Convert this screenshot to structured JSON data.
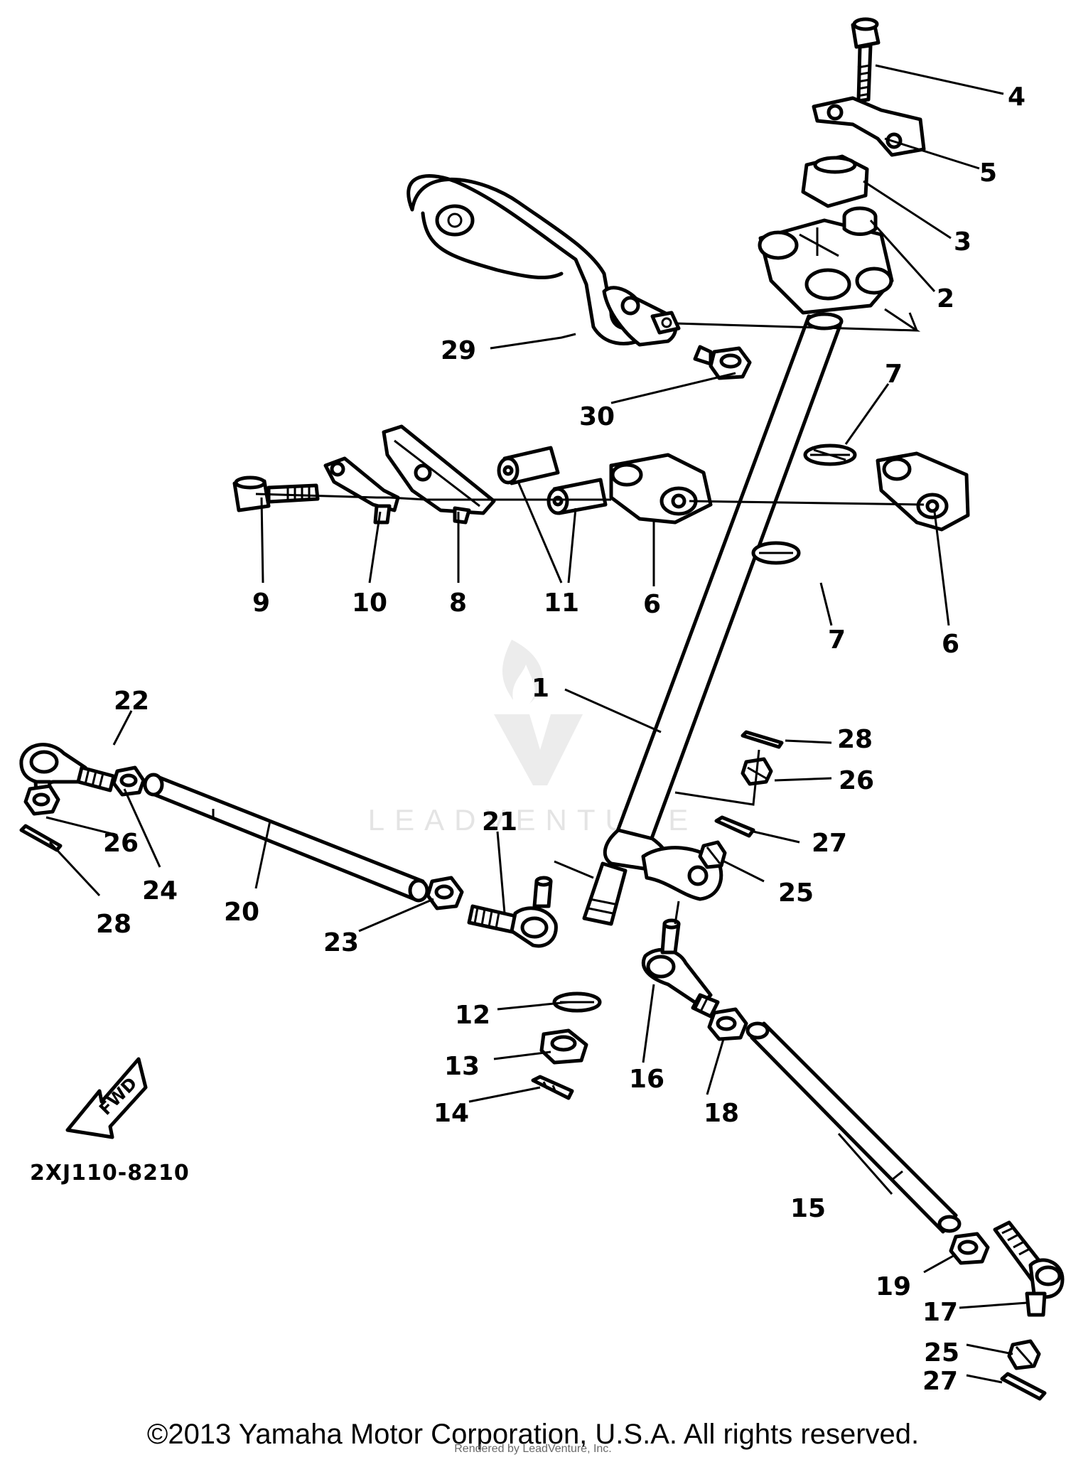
{
  "diagram": {
    "drawing_code": "2XJ110-8210",
    "fwd_label": "FWD",
    "watermark_text": "LEADVENTURE",
    "callouts": [
      "1",
      "2",
      "3",
      "4",
      "5",
      "6",
      "7",
      "8",
      "9",
      "10",
      "11",
      "12",
      "13",
      "14",
      "15",
      "16",
      "17",
      "18",
      "19",
      "20",
      "21",
      "22",
      "23",
      "24",
      "25",
      "26",
      "27",
      "28",
      "29",
      "30"
    ]
  },
  "footer": {
    "copyright": "©2013 Yamaha Motor Corporation, U.S.A. All rights reserved.",
    "rendered_by": "Rendered by LeadVenture, Inc."
  },
  "colors": {
    "line": "#000000",
    "background": "#ffffff",
    "watermark": "#e4e4e4"
  }
}
